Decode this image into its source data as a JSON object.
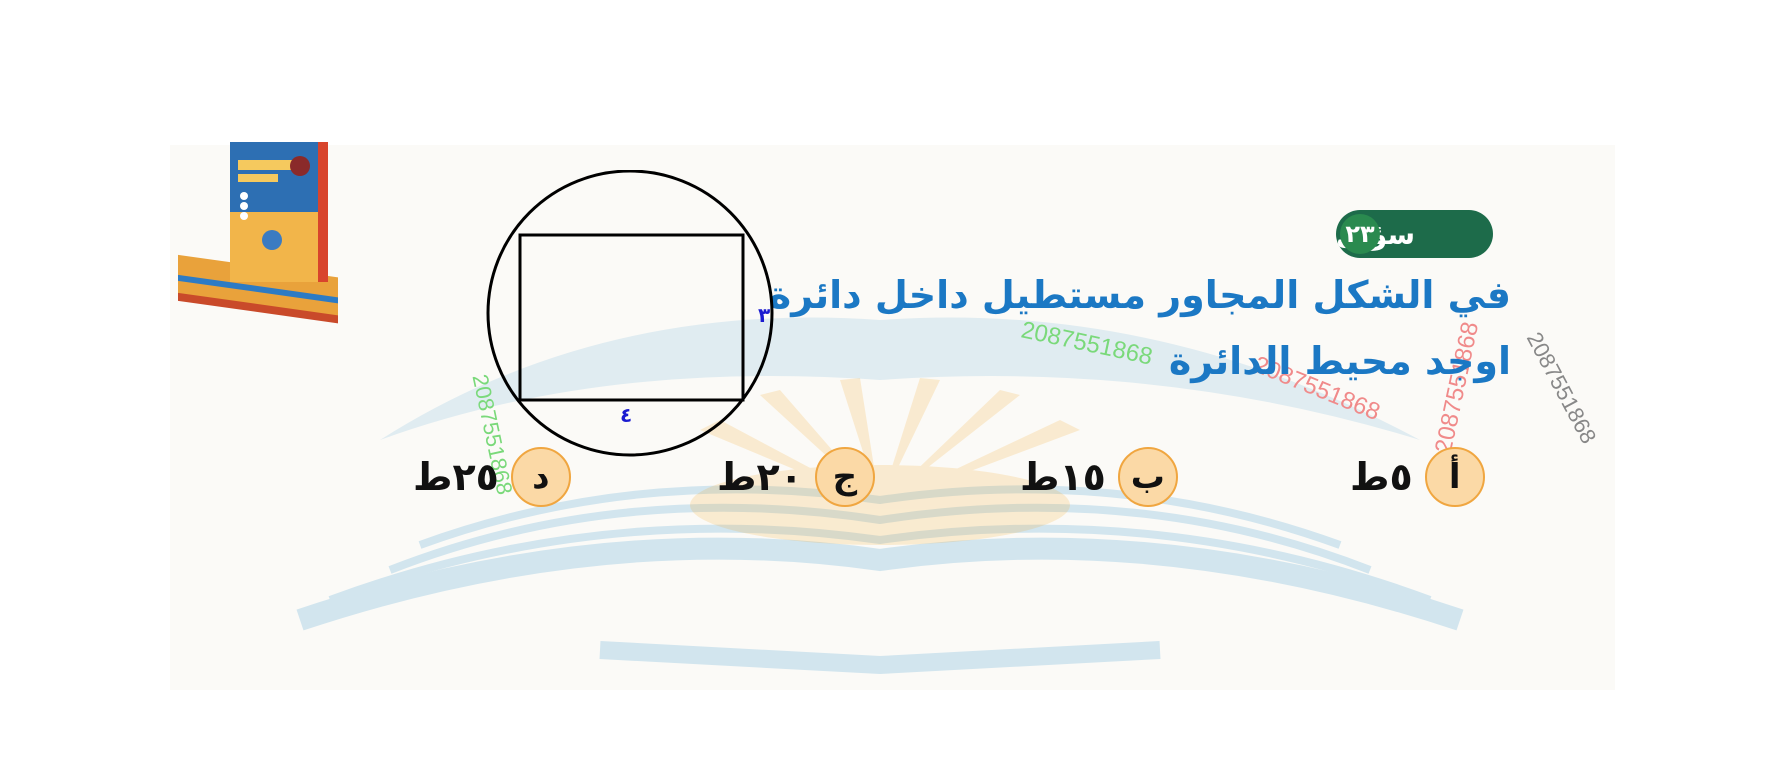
{
  "question": {
    "badge_label": "سؤال",
    "badge_number": "٢٣",
    "line1": "في الشكل المجاور مستطيل داخل دائرة",
    "line2": "اوجد محيط الدائرة"
  },
  "diagram": {
    "side_label_right": "٣",
    "side_label_bottom": "٤"
  },
  "answers": [
    {
      "letter": "أ",
      "value": "٥ط"
    },
    {
      "letter": "ب",
      "value": "١٥ط"
    },
    {
      "letter": "ج",
      "value": "٢٠ط"
    },
    {
      "letter": "د",
      "value": "٢٥ط"
    }
  ],
  "watermarks": {
    "number": "2087551868"
  },
  "colors": {
    "question_text": "#1b78c4",
    "badge_bg": "#1d6b4a",
    "answer_circle": "#fbd9a6",
    "answer_border": "#f0a640",
    "diagram_label": "#1a1ad0"
  }
}
